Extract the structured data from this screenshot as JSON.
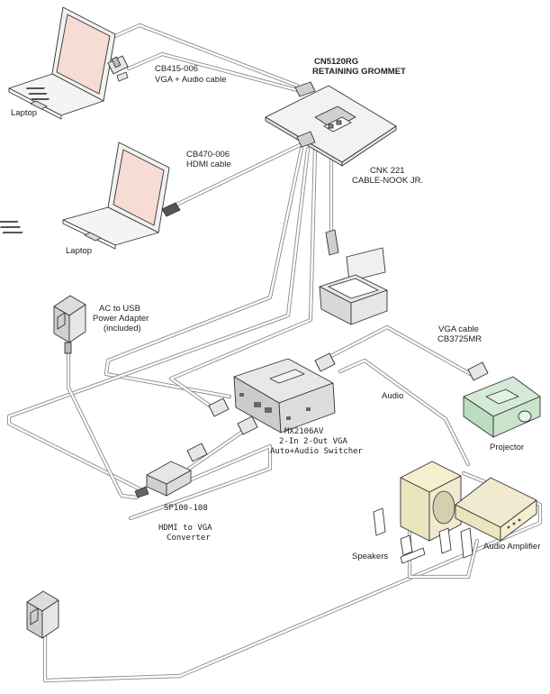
{
  "labels": {
    "laptop_top": "Laptop",
    "laptop_mid": "Laptop",
    "cb415_model": "CB415-006",
    "cb415_desc": "VGA + Audio cable",
    "cb470_model": "CB470-006",
    "cb470_desc": "HDMI cable",
    "grommet_model": "CN5120RG",
    "grommet_desc": "RETAINING GROMMET",
    "cnk_model": "CNK 221",
    "cnk_desc": "CABLE-NOOK JR.",
    "ac_line1": "AC to USB",
    "ac_line2": "Power Adapter",
    "ac_line3": "(included)",
    "vga_line1": "VGA cable",
    "vga_line2": "CB3725MR",
    "audio": "Audio",
    "projector": "Projector",
    "switcher_model": "MX2106AV",
    "switcher_line2": "2-In 2-Out VGA",
    "switcher_line3": "Auto+Audio Switcher",
    "sp_model": "SP100-108",
    "sp_line2": "HDMI to VGA",
    "sp_line3": "Converter",
    "speakers": "Speakers",
    "amplifier": "Audio Amplifier"
  },
  "colors": {
    "laptop_screen": "#f6dcd3",
    "projector_body": "#d4ead6",
    "speaker_body": "#f5efcf",
    "device_gray": "#dcdcdc",
    "cable": "#8a8a8a"
  }
}
